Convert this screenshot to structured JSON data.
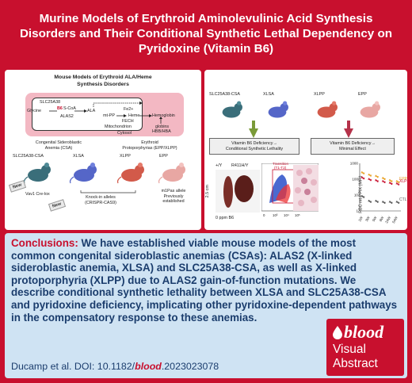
{
  "header": {
    "title": "Murine Models of Erythroid Aminolevulinic Acid Synthesis Disorders and Their Conditional Synthetic Lethal Dependency on Pyridoxine (Vitamin B6)"
  },
  "left_panel": {
    "title_line1": "Mouse Models of Erythroid ALA/Heme",
    "title_line2": "Synthesis Disorders",
    "pathway": {
      "slc25a38": "SLC25A38",
      "glycine": "Glycine",
      "b6": "B6",
      "s_coa": "S-CoA",
      "ala": "ALA",
      "alas2": "ALAS2",
      "fe2": "Fe2+",
      "mtpp": "mt-PP",
      "heme": "Heme",
      "fech": "FECH",
      "mitochondrion": "Mitochondrion",
      "cytosol": "Cytosol",
      "hemoglobin": "Hemoglobin",
      "globins_line1": "globins",
      "globins_line2": "HBB/HBA"
    },
    "csa_group_line1": "Congenital Sideroblastic",
    "csa_group_line2": "Anemia (CSA)",
    "epp_group_line1": "Erythroid",
    "epp_group_line2": "Protoporphyrias (EPP/XLPP)",
    "mice": {
      "slc25a38_csa": "SLC25A38-CSA",
      "xlsa": "XLSA",
      "xlpp": "XLPP",
      "epp": "EPP"
    },
    "new_badge_1": "New",
    "new_badge_2": "New",
    "vav1_cre": "Vav1 Cre-lox",
    "knockin_line1": "Knock-in alleles",
    "knockin_line2": "(CRISPR-CAS9)",
    "m1pas_line1": "m1Pas allele",
    "m1pas_line2": "Previously",
    "m1pas_line3": "established"
  },
  "right_panel": {
    "mouse_labels": {
      "slc25a38_csa": "SLC25A38-CSA",
      "xlsa": "XLSA",
      "xlpp": "XLPP",
      "epp": "EPP"
    },
    "box_left_line1": "Vitamin B6 Deficiency→",
    "box_left_line2": "Conditional Synthetic Lethality",
    "box_right_line1": "Vitamin B6 Deficiency→",
    "box_right_line2": "Minimal Effect",
    "spleen": {
      "genotype_wt": "+/Y",
      "genotype_mut": "R411H/Y",
      "scale": "2.5 cm",
      "b6_label": "0 ppm B6"
    },
    "flow": {
      "gate_label_line1": "Transition",
      "gate_label_line2": "(T1-T2)",
      "x_ticks": [
        "0",
        "10³",
        "10⁴",
        "10⁵"
      ]
    }
  },
  "chart_data": {
    "type": "scatter",
    "title": "",
    "xlabel": "",
    "ylabel": "RBC mt-PPIX (MFI)",
    "yscale": "log",
    "ylim": [
      1,
      1000
    ],
    "y_ticks": [
      "1000",
      "100",
      "10",
      "1"
    ],
    "categories": [
      "1W",
      "3W",
      "5W",
      "8W",
      "24W",
      "54W"
    ],
    "series": [
      {
        "name": "EPP",
        "color": "#e8a020",
        "values": [
          250,
          180,
          150,
          110,
          80,
          70
        ]
      },
      {
        "name": "XLPP",
        "color": "#c8102e",
        "values": [
          120,
          95,
          80,
          70,
          55,
          50
        ]
      },
      {
        "name": "CTL",
        "color": "#555555",
        "values": [
          8,
          4,
          4,
          3.5,
          3.5,
          3.5
        ]
      }
    ]
  },
  "conclusions": {
    "lead": "Conclusions:",
    "body": " We have established viable mouse models of the most common congenital sideroblastic anemias (CSAs): ALAS2 (X-linked sideroblastic anemia, XLSA) and SLC25A38-CSA, as well as X-linked protoporphyria (XLPP) due to ALAS2 gain-of-function mutations. We describe conditional synthetic lethality between XLSA and SLC25A38-CSA and pyridoxine deficiency, implicating other pyridoxine-dependent pathways in the compensatory response to these anemias.",
    "citation_prefix": "Ducamp et al. DOI: 10.1182/",
    "citation_bold": "blood",
    "citation_suffix": ".2023023078"
  },
  "logo": {
    "word": "blood",
    "line1": "Visual",
    "line2": "Abstract"
  },
  "colors": {
    "brand_red": "#c8102e",
    "conclusions_bg": "#cfe3f3",
    "text_navy": "#1b3d6d",
    "pathway_pink": "#f3b8c3"
  }
}
